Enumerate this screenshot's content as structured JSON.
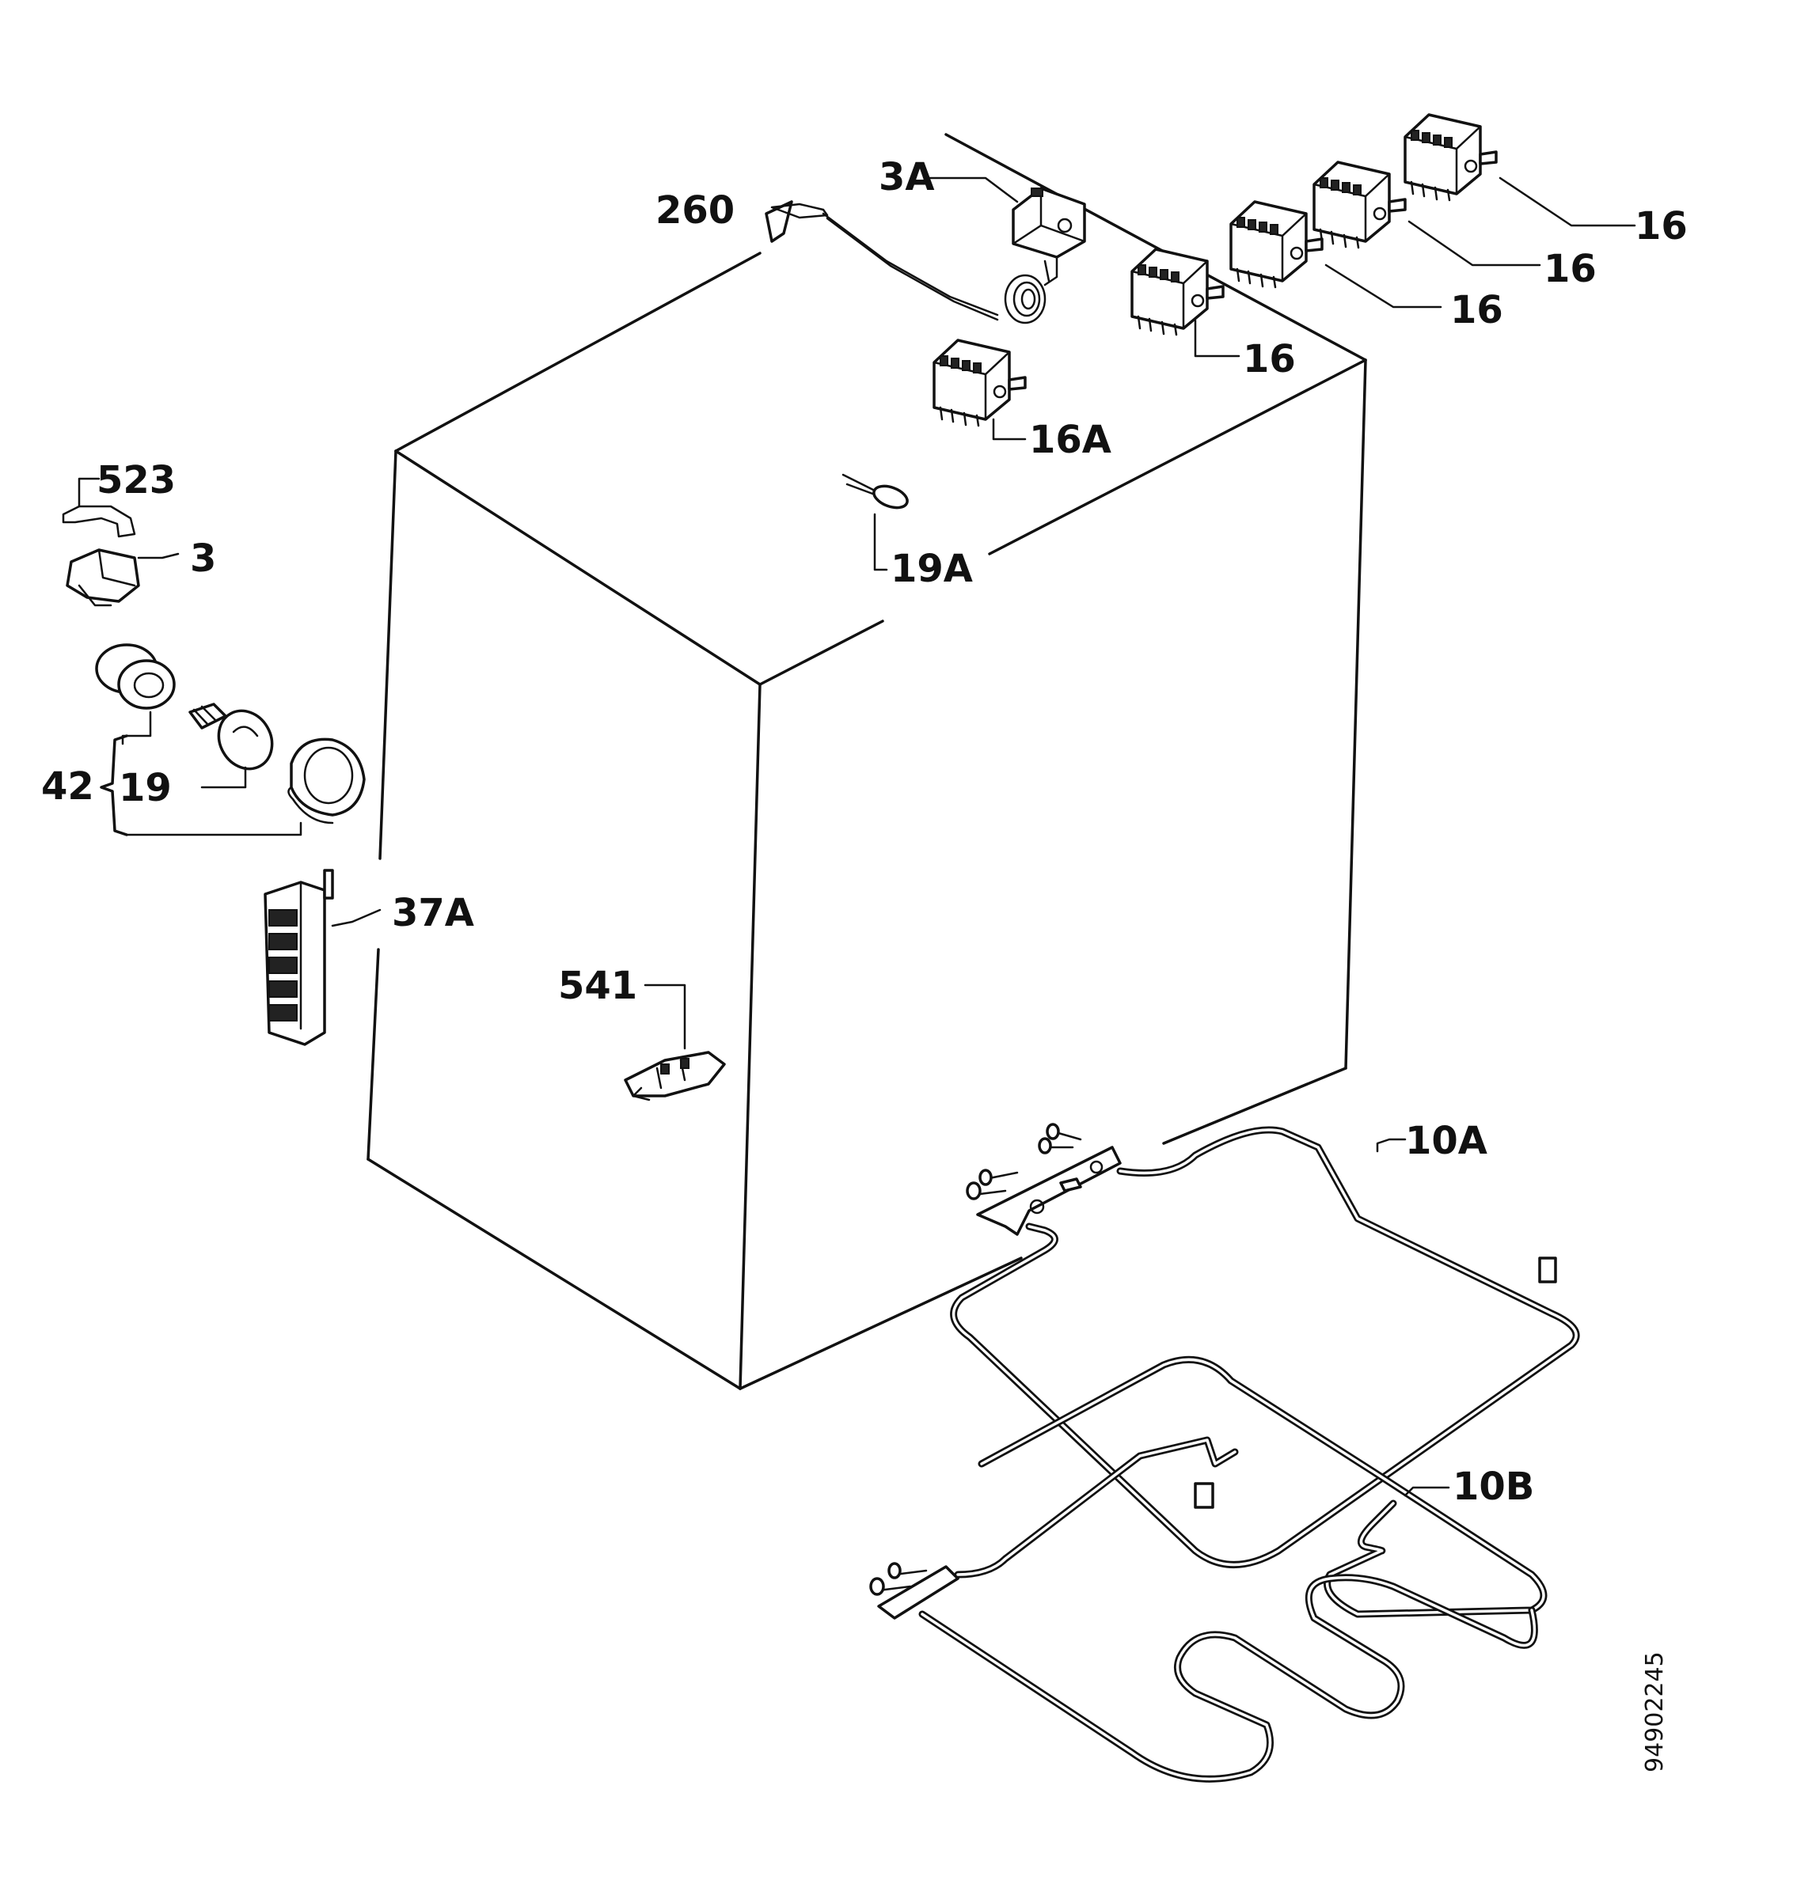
{
  "labels": {
    "l260": "260",
    "l3A": "3A",
    "l16a": "16",
    "l16b": "16",
    "l16c": "16",
    "l16d": "16",
    "l16A": "16A",
    "l523": "523",
    "l3": "3",
    "l19A": "19A",
    "l42": "42",
    "l19": "19",
    "l37A": "37A",
    "l541": "541",
    "l10A": "10A",
    "l10B": "10B"
  },
  "drawing_code": "94902245"
}
